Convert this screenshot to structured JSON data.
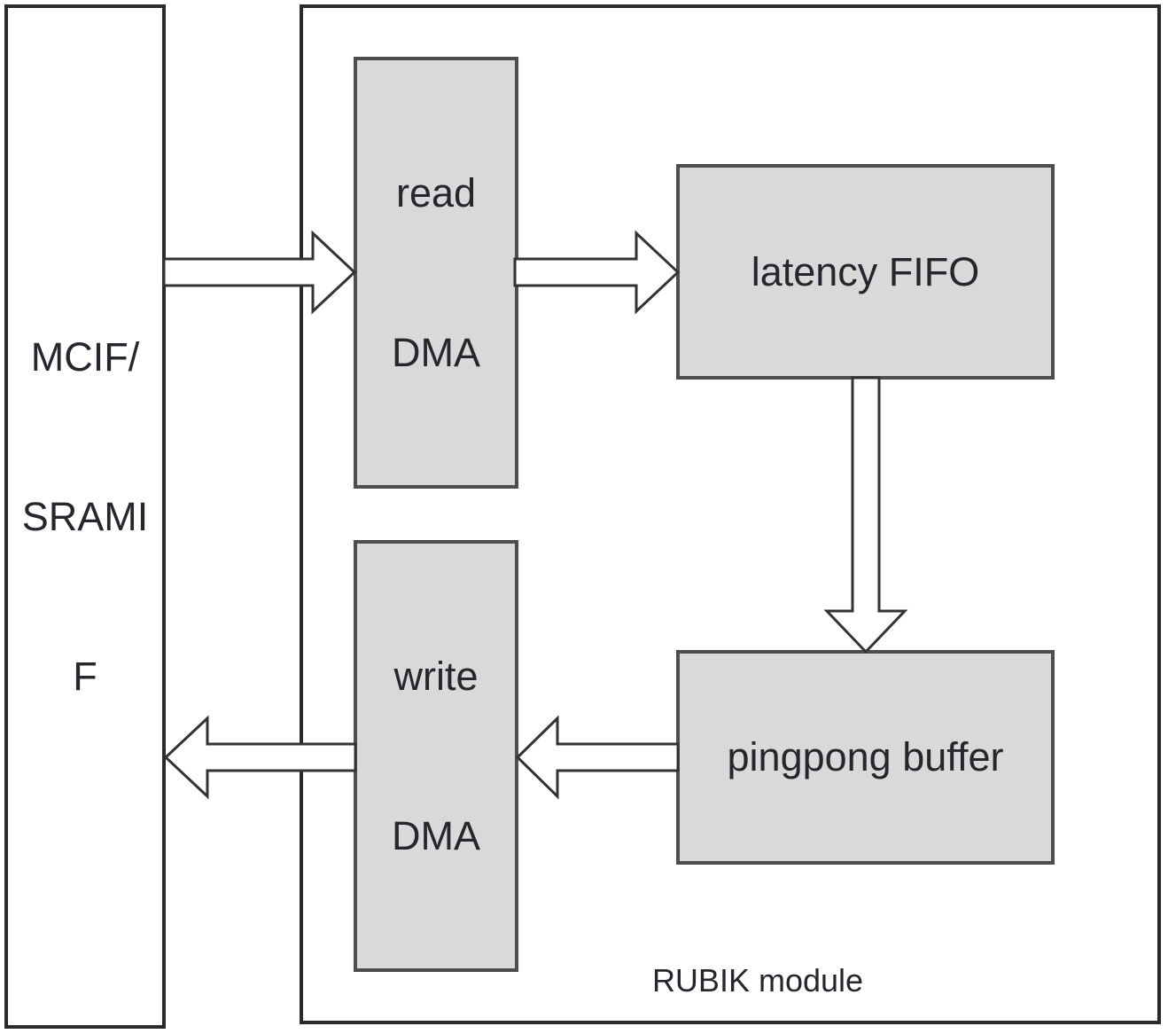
{
  "diagram": {
    "title": "RUBIK module",
    "colors": {
      "background": "#ffffff",
      "outer_border": "#2a2a2a",
      "block_fill": "#d9d9d9",
      "block_border": "#4d4d4d",
      "arrow_fill": "#ffffff",
      "arrow_outline": "#333333",
      "text": "#26262e"
    },
    "nodes": {
      "mcif": {
        "label": "MCIF/SRAMIF",
        "line1": "MCIF/",
        "line2": "SRAMI",
        "line3": "F"
      },
      "rubik": {
        "label": "RUBIK module"
      },
      "read_dma": {
        "label": "read DMA",
        "line1": "read",
        "line2": "DMA"
      },
      "latency_fifo": {
        "label": "latency FIFO"
      },
      "write_dma": {
        "label": "write DMA",
        "line1": "write",
        "line2": "DMA"
      },
      "pingpong": {
        "label": "pingpong buffer"
      }
    },
    "flows": [
      {
        "from": "MCIF/SRAMIF",
        "to": "read DMA",
        "direction": "right"
      },
      {
        "from": "read DMA",
        "to": "latency FIFO",
        "direction": "right"
      },
      {
        "from": "latency FIFO",
        "to": "pingpong buffer",
        "direction": "down"
      },
      {
        "from": "pingpong buffer",
        "to": "write DMA",
        "direction": "left"
      },
      {
        "from": "write DMA",
        "to": "MCIF/SRAMIF",
        "direction": "left"
      }
    ]
  }
}
